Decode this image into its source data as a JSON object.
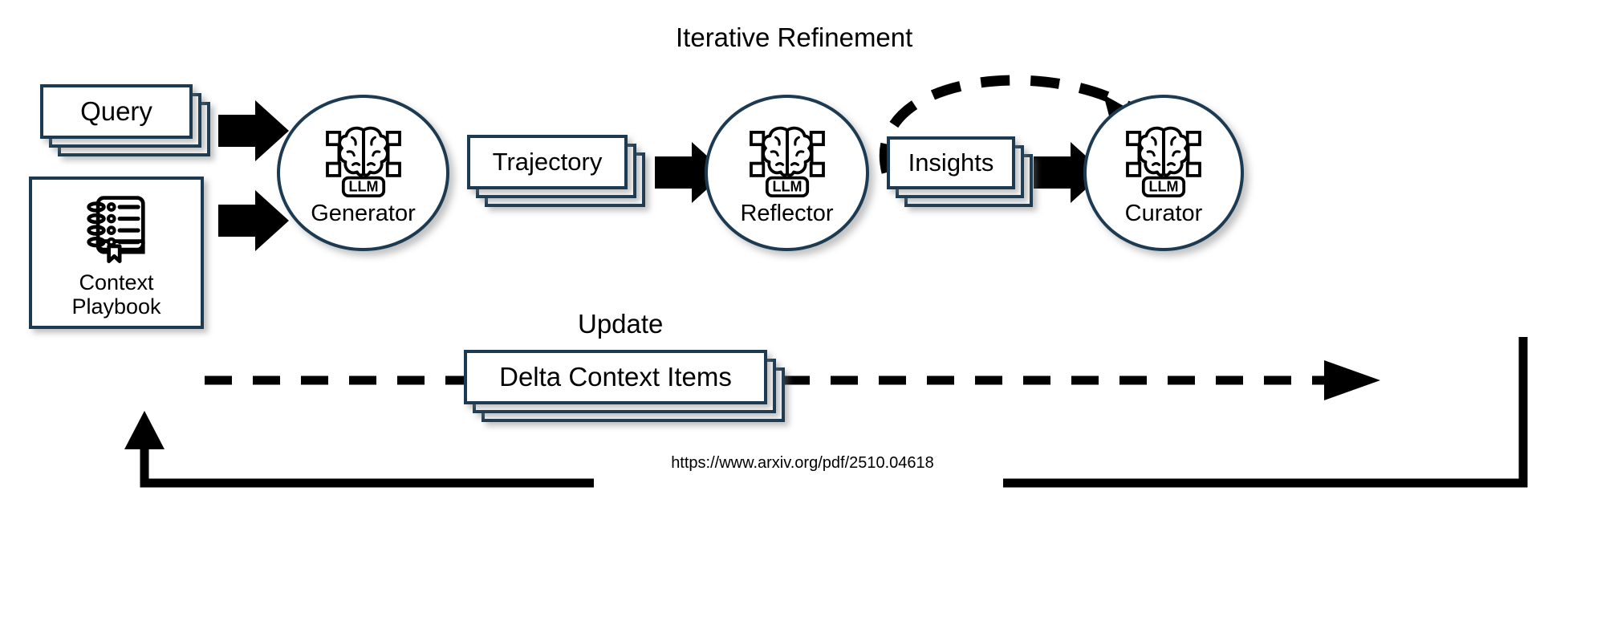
{
  "diagram": {
    "title_caption": "https://www.arxiv.org/pdf/2510.04618",
    "colors": {
      "box_border": "#1c3b52",
      "arrow_fill": "#000000",
      "text": "#000000",
      "background": "#ffffff",
      "shadow": "#787878"
    },
    "inputs": {
      "query": {
        "label": "Query",
        "stack_count": 3
      },
      "context_playbook": {
        "label": "Context\nPlaybook",
        "icon": "notebook-icon"
      }
    },
    "agents": [
      {
        "id": "generator",
        "label": "Generator",
        "badge": "LLM",
        "icon": "brain-network-icon"
      },
      {
        "id": "reflector",
        "label": "Reflector",
        "badge": "LLM",
        "icon": "brain-network-icon"
      },
      {
        "id": "curator",
        "label": "Curator",
        "badge": "LLM",
        "icon": "brain-network-icon"
      }
    ],
    "artifacts": [
      {
        "id": "trajectory",
        "label": "Trajectory",
        "stack_count": 3
      },
      {
        "id": "insights",
        "label": "Insights",
        "stack_count": 3
      },
      {
        "id": "delta_context_items",
        "label": "Delta Context Items",
        "stack_count": 3
      }
    ],
    "annotations": [
      {
        "id": "iterative-refinement",
        "label": "Iterative Refinement"
      },
      {
        "id": "update",
        "label": "Update"
      }
    ],
    "flow_arrows": [
      {
        "id": "query-to-generator",
        "from": "query",
        "to": "generator",
        "style": "block"
      },
      {
        "id": "playbook-to-generator",
        "from": "context_playbook",
        "to": "generator",
        "style": "block"
      },
      {
        "id": "trajectory-to-reflector",
        "from": "trajectory",
        "to": "reflector",
        "style": "block"
      },
      {
        "id": "insights-to-curator",
        "from": "insights",
        "to": "curator",
        "style": "block"
      },
      {
        "id": "reflector-refinement-loop",
        "from": "reflector",
        "to": "reflector",
        "style": "dashed-arc"
      },
      {
        "id": "playbook-update-dashed",
        "from": "context_playbook",
        "to": "curator",
        "style": "dashed-line"
      },
      {
        "id": "curator-to-delta-items",
        "from": "curator",
        "to": "delta_context_items",
        "style": "solid-line"
      },
      {
        "id": "delta-items-to-playbook",
        "from": "delta_context_items",
        "to": "context_playbook",
        "style": "solid-arrow"
      }
    ]
  }
}
